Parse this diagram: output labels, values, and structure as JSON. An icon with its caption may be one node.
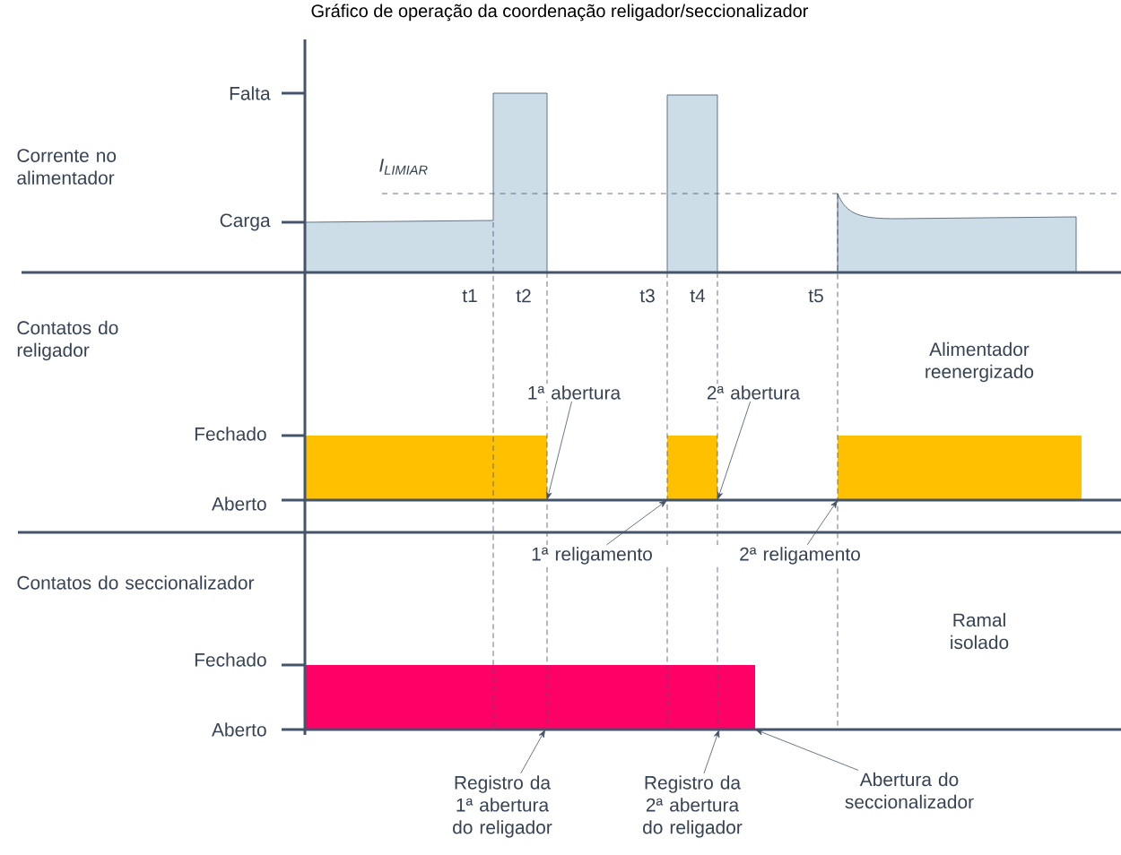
{
  "diagram": {
    "title": "Gráfico de operação da coordenação religador/seccionalizador",
    "nodes": [
      {
        "text": [
          "1ª abertura"
        ]
      },
      {
        "text": [
          "2ª abertura"
        ]
      },
      {
        "text": [
          "1ª religamento"
        ]
      },
      {
        "text": [
          "2ª religamento"
        ]
      },
      {
        "text": [
          "Registro da 1ª abertura do religador"
        ]
      },
      {
        "text": [
          "Registro da 2ª abertura do religador"
        ]
      },
      {
        "text": [
          "Abertura do seccionalizador"
        ]
      },
      {
        "text": [],
        "shape": "bar"
      },
      {
        "text": [],
        "shape": "bar"
      },
      {
        "text": [],
        "shape": "bar"
      },
      {
        "text": [],
        "shape": "bar"
      }
    ],
    "edges": [
      {
        "from": 0,
        "to": 7,
        "arrow": "to"
      },
      {
        "from": 1,
        "to": 8,
        "arrow": "to"
      },
      {
        "from": 2,
        "to": 8,
        "arrow": "to"
      },
      {
        "from": 3,
        "to": 9,
        "arrow": "to"
      },
      {
        "from": 4,
        "to": 10,
        "arrow": "to"
      },
      {
        "from": 5,
        "to": 10,
        "arrow": "to"
      },
      {
        "from": 6,
        "to": 10,
        "arrow": "to"
      }
    ],
    "labels": [
      "Corrente no alimentador",
      "Falta",
      "Carga",
      "I$_{LIMIAR}$",
      "t1",
      "t2",
      "t3",
      "t4",
      "t5",
      "Contatos do religador",
      "Alimentador reenergizado",
      "Fechado",
      "Aberto",
      "Contatos do seccionalizador",
      "Ramal isolado",
      "Fechado",
      "Aberto"
    ]
  }
}
